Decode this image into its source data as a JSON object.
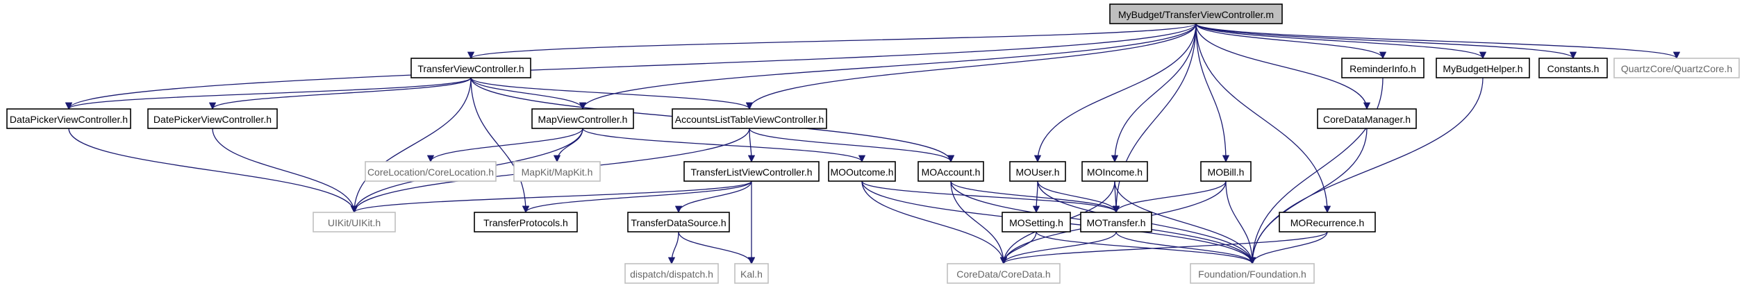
{
  "graph": {
    "nodes": [
      {
        "id": "root",
        "label": "MyBudget/TransferViewController.m",
        "style": "root"
      },
      {
        "id": "tvch",
        "label": "TransferViewController.h",
        "style": "normal"
      },
      {
        "id": "dpvc1",
        "label": "DataPickerViewController.h",
        "style": "normal"
      },
      {
        "id": "dpvc2",
        "label": "DatePickerViewController.h",
        "style": "normal"
      },
      {
        "id": "mapvc",
        "label": "MapViewController.h",
        "style": "normal"
      },
      {
        "id": "accvc",
        "label": "AccountsListTableViewController.h",
        "style": "normal"
      },
      {
        "id": "reminder",
        "label": "ReminderInfo.h",
        "style": "normal"
      },
      {
        "id": "helper",
        "label": "MyBudgetHelper.h",
        "style": "normal"
      },
      {
        "id": "constants",
        "label": "Constants.h",
        "style": "normal"
      },
      {
        "id": "quartz",
        "label": "QuartzCore/QuartzCore.h",
        "style": "gray"
      },
      {
        "id": "cdm",
        "label": "CoreDataManager.h",
        "style": "normal"
      },
      {
        "id": "coreloc",
        "label": "CoreLocation/CoreLocation.h",
        "style": "gray"
      },
      {
        "id": "mapkit",
        "label": "MapKit/MapKit.h",
        "style": "gray"
      },
      {
        "id": "tlvc",
        "label": "TransferListViewController.h",
        "style": "normal"
      },
      {
        "id": "moout",
        "label": "MOOutcome.h",
        "style": "normal"
      },
      {
        "id": "moacc",
        "label": "MOAccount.h",
        "style": "normal"
      },
      {
        "id": "mouser",
        "label": "MOUser.h",
        "style": "normal"
      },
      {
        "id": "moinc",
        "label": "MOIncome.h",
        "style": "normal"
      },
      {
        "id": "mobill",
        "label": "MOBill.h",
        "style": "normal"
      },
      {
        "id": "uikit",
        "label": "UIKit/UIKit.h",
        "style": "gray"
      },
      {
        "id": "tproto",
        "label": "TransferProtocols.h",
        "style": "normal"
      },
      {
        "id": "tds",
        "label": "TransferDataSource.h",
        "style": "normal"
      },
      {
        "id": "moset",
        "label": "MOSetting.h",
        "style": "normal"
      },
      {
        "id": "motrans",
        "label": "MOTransfer.h",
        "style": "normal"
      },
      {
        "id": "morec",
        "label": "MORecurrence.h",
        "style": "normal"
      },
      {
        "id": "dispatch",
        "label": "dispatch/dispatch.h",
        "style": "gray"
      },
      {
        "id": "kal",
        "label": "Kal.h",
        "style": "gray"
      },
      {
        "id": "coredata",
        "label": "CoreData/CoreData.h",
        "style": "gray"
      },
      {
        "id": "foundation",
        "label": "Foundation/Foundation.h",
        "style": "gray"
      }
    ],
    "edges": [
      [
        "root",
        "tvch"
      ],
      [
        "root",
        "dpvc1"
      ],
      [
        "root",
        "mapvc"
      ],
      [
        "root",
        "accvc"
      ],
      [
        "root",
        "reminder"
      ],
      [
        "root",
        "helper"
      ],
      [
        "root",
        "constants"
      ],
      [
        "root",
        "quartz"
      ],
      [
        "root",
        "cdm"
      ],
      [
        "root",
        "mouser"
      ],
      [
        "root",
        "moinc"
      ],
      [
        "root",
        "mobill"
      ],
      [
        "root",
        "morec"
      ],
      [
        "root",
        "motrans"
      ],
      [
        "tvch",
        "dpvc1"
      ],
      [
        "tvch",
        "dpvc2"
      ],
      [
        "tvch",
        "mapvc"
      ],
      [
        "tvch",
        "accvc"
      ],
      [
        "tvch",
        "moacc"
      ],
      [
        "tvch",
        "uikit"
      ],
      [
        "tvch",
        "tproto"
      ],
      [
        "dpvc1",
        "uikit"
      ],
      [
        "dpvc2",
        "uikit"
      ],
      [
        "mapvc",
        "coreloc"
      ],
      [
        "mapvc",
        "mapkit"
      ],
      [
        "mapvc",
        "moout"
      ],
      [
        "mapvc",
        "uikit"
      ],
      [
        "accvc",
        "tlvc"
      ],
      [
        "accvc",
        "moacc"
      ],
      [
        "accvc",
        "uikit"
      ],
      [
        "tlvc",
        "uikit"
      ],
      [
        "tlvc",
        "tproto"
      ],
      [
        "tlvc",
        "tds"
      ],
      [
        "tlvc",
        "kal"
      ],
      [
        "tds",
        "dispatch"
      ],
      [
        "tds",
        "kal"
      ],
      [
        "moout",
        "motrans"
      ],
      [
        "moout",
        "coredata"
      ],
      [
        "moout",
        "foundation"
      ],
      [
        "moacc",
        "motrans"
      ],
      [
        "moacc",
        "coredata"
      ],
      [
        "moacc",
        "foundation"
      ],
      [
        "mouser",
        "moset"
      ],
      [
        "mouser",
        "motrans"
      ],
      [
        "mouser",
        "foundation"
      ],
      [
        "moinc",
        "motrans"
      ],
      [
        "moinc",
        "coredata"
      ],
      [
        "moinc",
        "foundation"
      ],
      [
        "mobill",
        "motrans"
      ],
      [
        "mobill",
        "coredata"
      ],
      [
        "mobill",
        "foundation"
      ],
      [
        "moset",
        "coredata"
      ],
      [
        "moset",
        "foundation"
      ],
      [
        "motrans",
        "coredata"
      ],
      [
        "motrans",
        "foundation"
      ],
      [
        "morec",
        "coredata"
      ],
      [
        "morec",
        "foundation"
      ],
      [
        "reminder",
        "foundation"
      ],
      [
        "helper",
        "foundation"
      ],
      [
        "cdm",
        "foundation"
      ]
    ]
  }
}
